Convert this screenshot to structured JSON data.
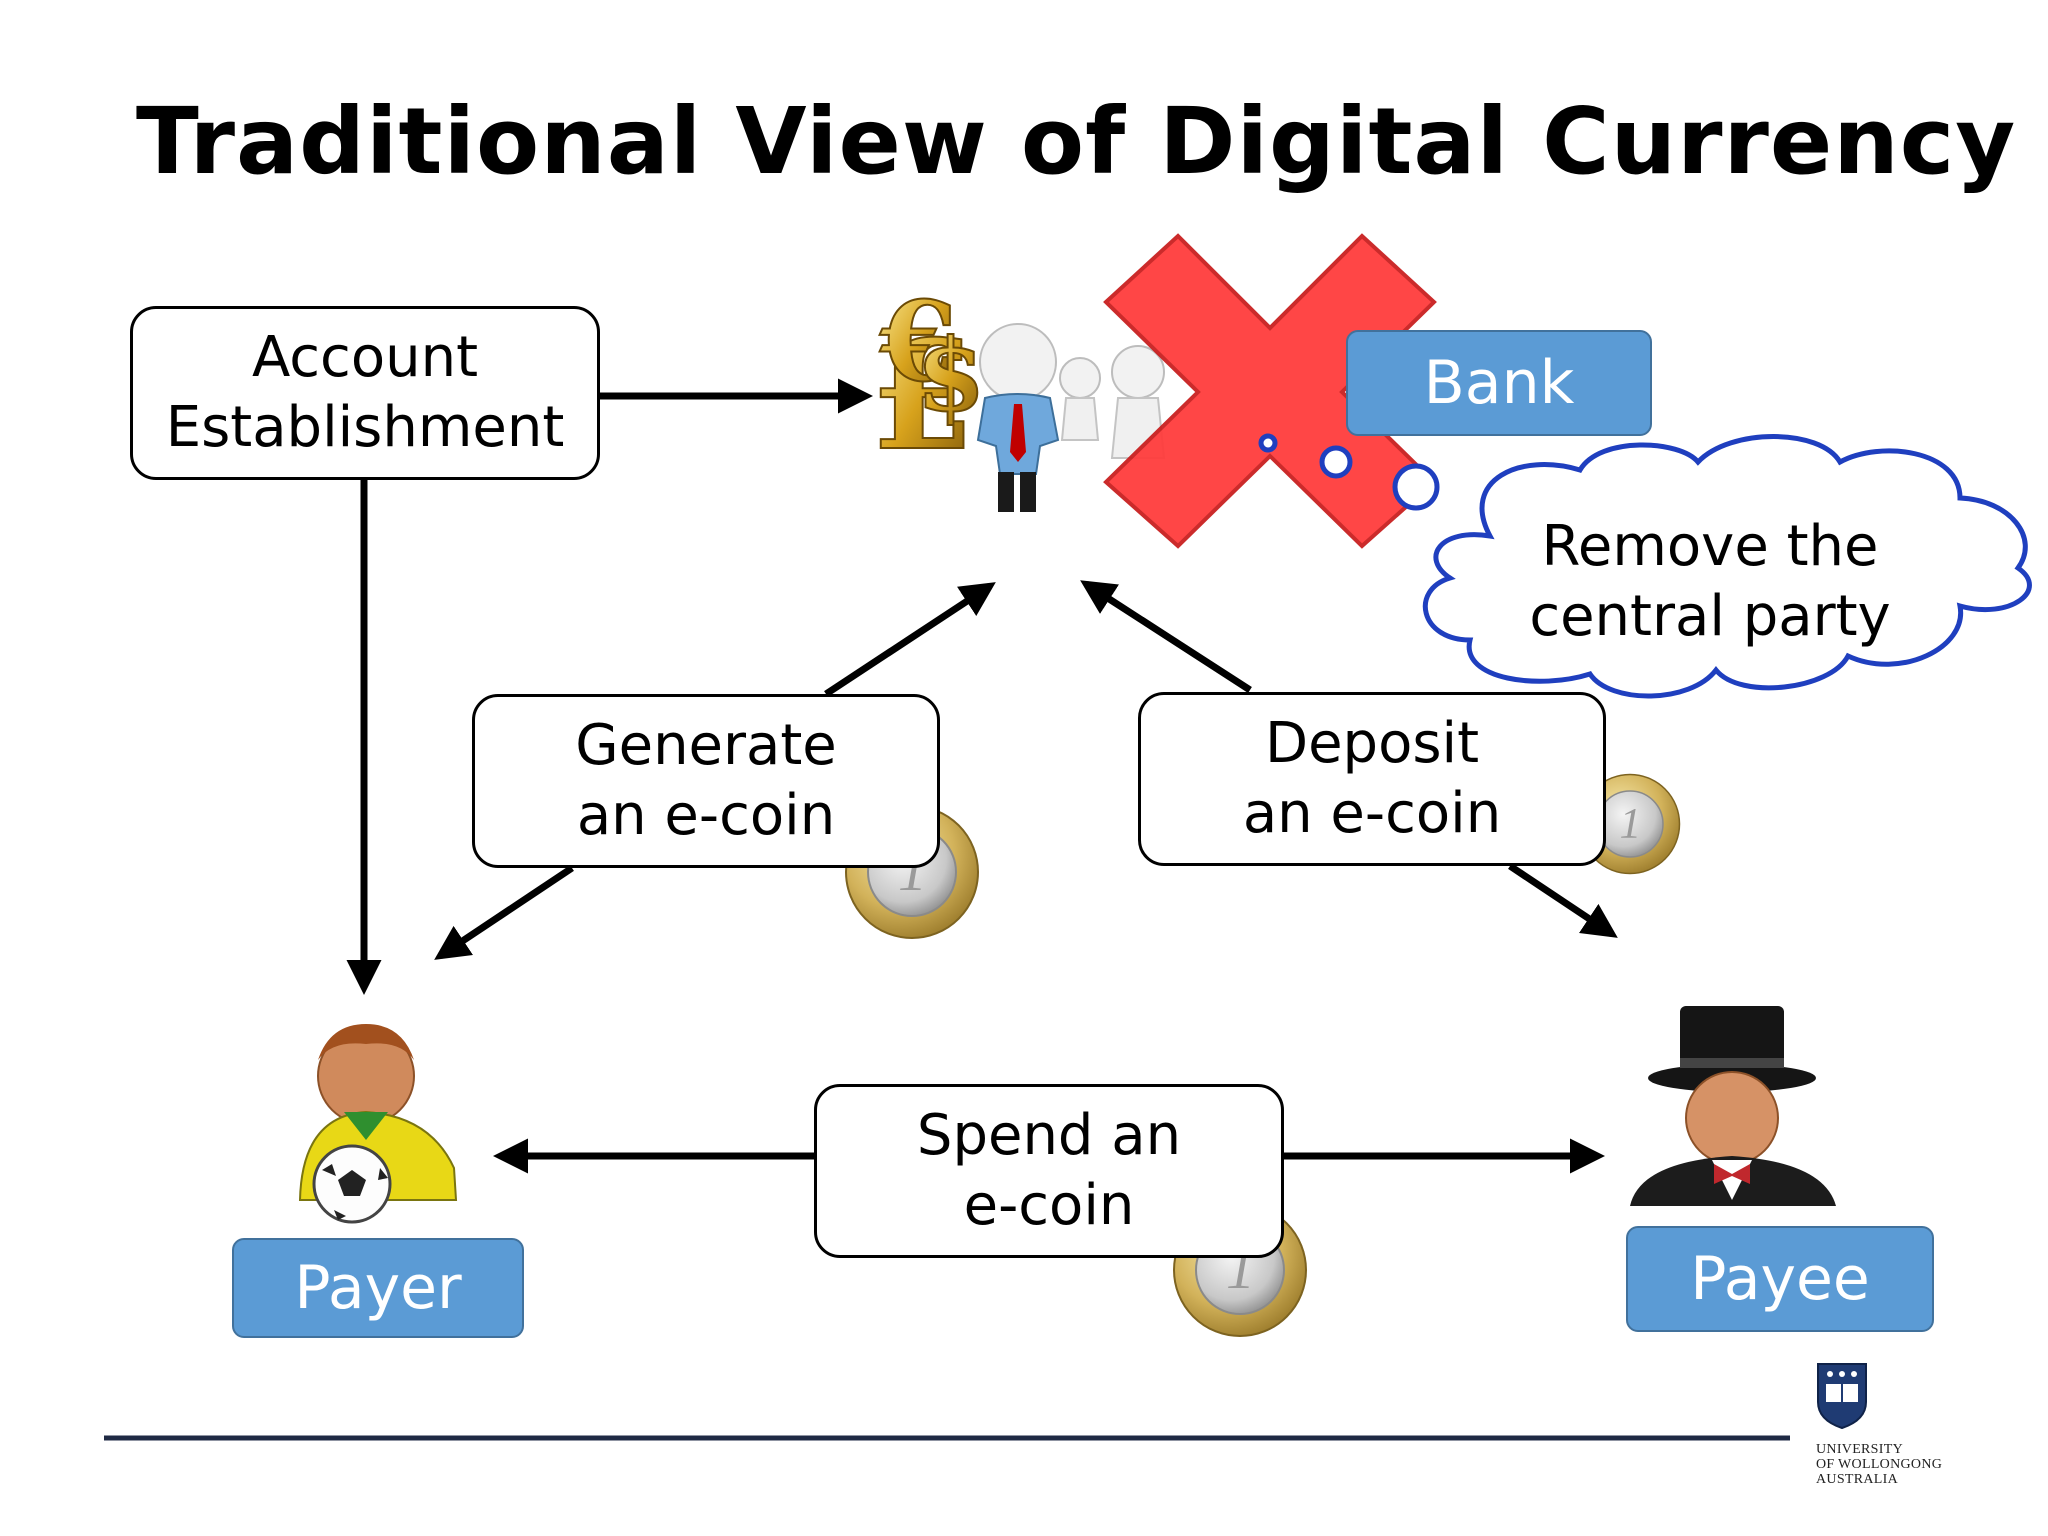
{
  "title": "Traditional View of Digital Currency",
  "boxes": {
    "account": [
      "Account",
      "Establishment"
    ],
    "generate": [
      "Generate",
      "an e-coin"
    ],
    "deposit": [
      "Deposit",
      "an e-coin"
    ],
    "spend": [
      "Spend an",
      "e-coin"
    ]
  },
  "labels": {
    "bank": "Bank",
    "payer": "Payer",
    "payee": "Payee"
  },
  "cloud": [
    "Remove the",
    "central party"
  ],
  "logo": {
    "lines": [
      "UNIVERSITY",
      "OF WOLLONGONG",
      "AUSTRALIA"
    ]
  },
  "colors": {
    "label_fill": "#5b9bd5",
    "cross_red": "#ff3b3b",
    "cloud_outline": "#1f3fbf",
    "footer_line": "#1f2a44"
  }
}
